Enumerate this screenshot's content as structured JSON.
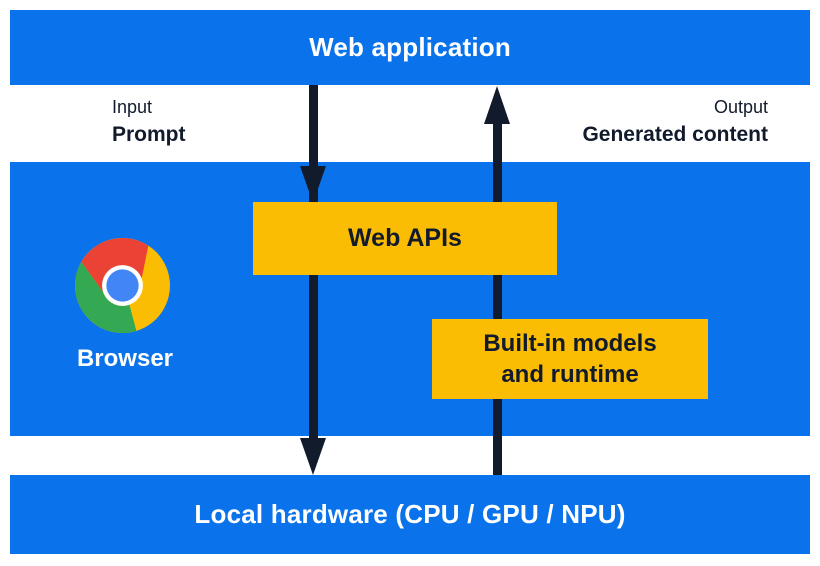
{
  "colors": {
    "section_blue": "#0A73EB",
    "box_yellow": "#FBBC04",
    "arrow_dark_navy": "#121B2C",
    "text_white": "#FFFFFF",
    "chrome_red": "#EA4335",
    "chrome_green": "#34A853",
    "chrome_yellow": "#FBBC04",
    "chrome_blue": "#4285F4"
  },
  "top_bar": {
    "label": "Web application"
  },
  "flow_labels": {
    "input": {
      "line1": "Input",
      "line2": "Prompt"
    },
    "output": {
      "line1": "Output",
      "line2": "Generated content"
    }
  },
  "arrows": {
    "down": "request-flow-arrow",
    "up": "response-flow-arrow"
  },
  "browser": {
    "icon": "chrome-logo",
    "label": "Browser"
  },
  "boxes": {
    "web_apis": {
      "label": "Web APIs"
    },
    "builtin": {
      "line1": "Built-in models",
      "line2": "and runtime"
    }
  },
  "bottom_bar": {
    "label": "Local hardware (CPU / GPU / NPU)"
  }
}
